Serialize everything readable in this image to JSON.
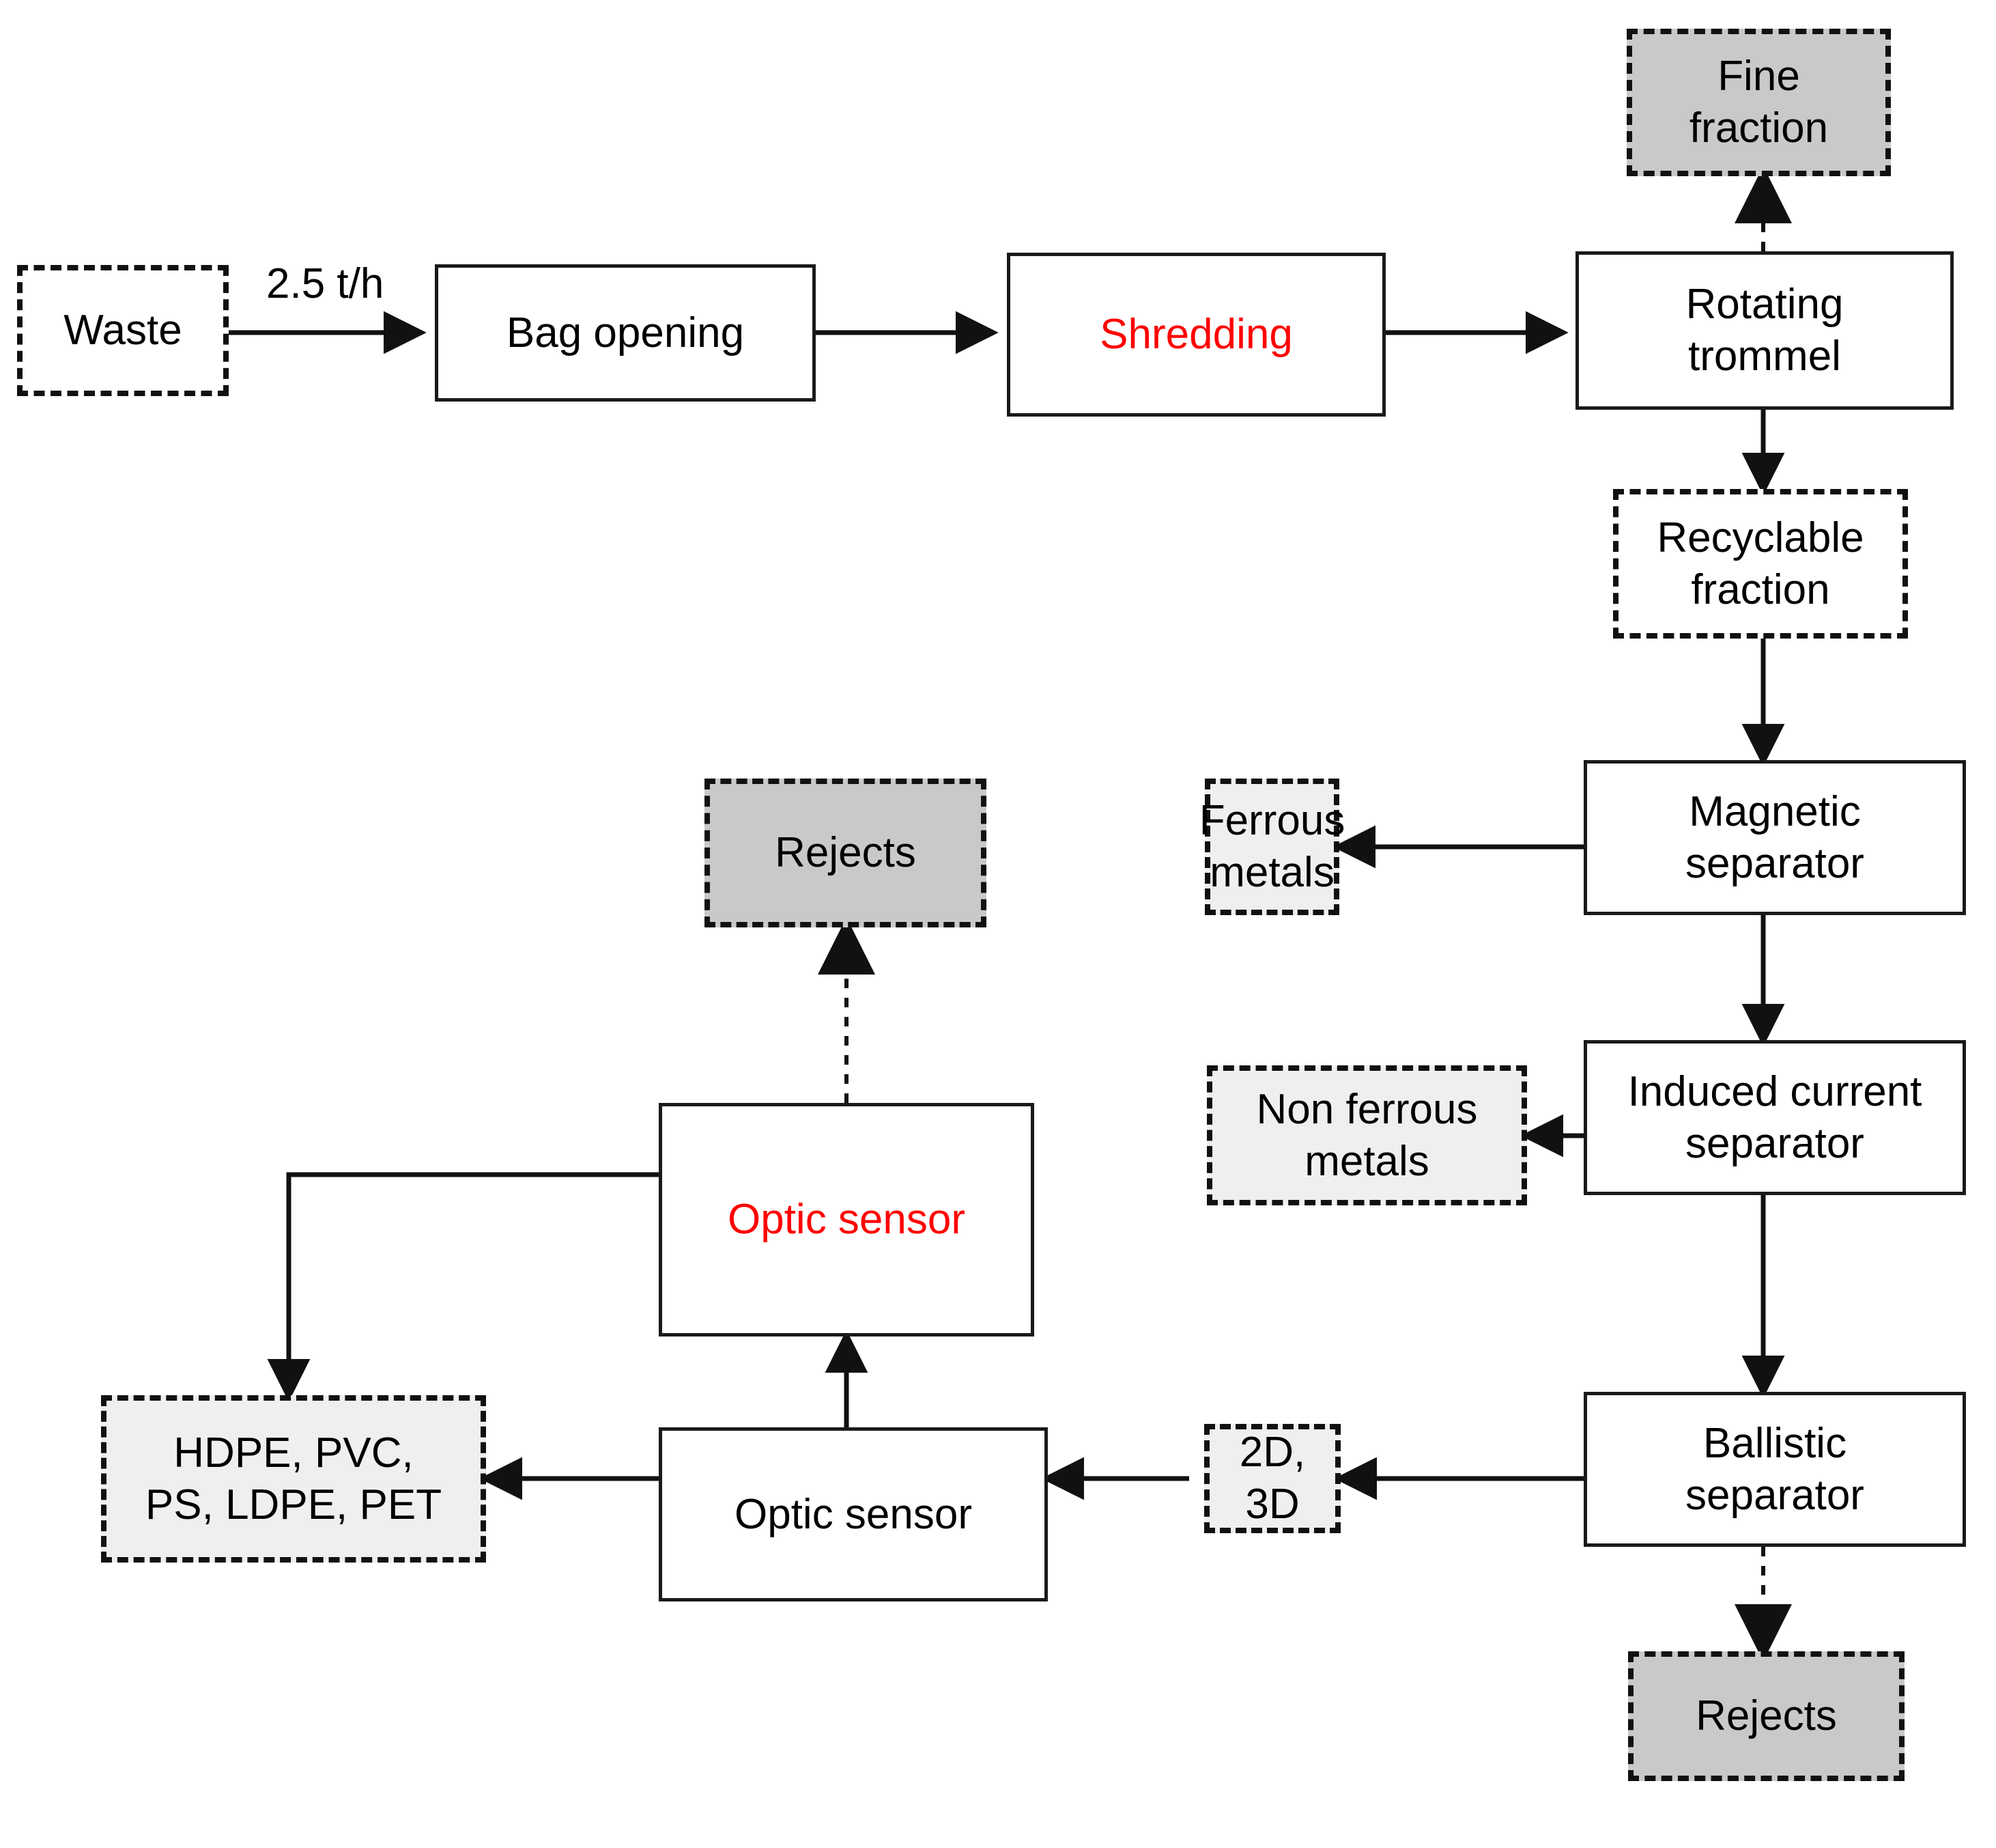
{
  "diagram": {
    "title_visible": false,
    "colors": {
      "accent_red": "#ff0000",
      "stroke": "#111111",
      "fill_white": "#ffffff",
      "fill_light_gray": "#efefef",
      "fill_dark_gray": "#c9c9c9"
    },
    "edge_labels": [
      {
        "id": "throughput",
        "text": "2.5 t/h"
      }
    ],
    "nodes": [
      {
        "id": "waste",
        "label": "Waste",
        "shape": "dashed-rect",
        "fill": "white",
        "text_color": "black"
      },
      {
        "id": "bag-opening",
        "label": "Bag opening",
        "shape": "solid-rect",
        "fill": "white",
        "text_color": "black"
      },
      {
        "id": "shredding",
        "label": "Shredding",
        "shape": "solid-rect",
        "fill": "white",
        "text_color": "red"
      },
      {
        "id": "rotating-trommel",
        "label": "Rotating\ntrommel",
        "shape": "solid-rect",
        "fill": "white",
        "text_color": "black"
      },
      {
        "id": "fine-fraction",
        "label": "Fine\nfraction",
        "shape": "dashed-rect",
        "fill": "dark-gray",
        "text_color": "black"
      },
      {
        "id": "recyclable-fraction",
        "label": "Recyclable\nfraction",
        "shape": "dashed-rect",
        "fill": "white",
        "text_color": "black"
      },
      {
        "id": "magnetic-separator",
        "label": "Magnetic\nseparator",
        "shape": "solid-rect",
        "fill": "white",
        "text_color": "black"
      },
      {
        "id": "ferrous-metals",
        "label": "Ferrous\nmetals",
        "shape": "dashed-rect",
        "fill": "light-gray",
        "text_color": "black"
      },
      {
        "id": "induced-current",
        "label": "Induced current\nseparator",
        "shape": "solid-rect",
        "fill": "white",
        "text_color": "black"
      },
      {
        "id": "non-ferrous-metals",
        "label": "Non ferrous\nmetals",
        "shape": "dashed-rect",
        "fill": "light-gray",
        "text_color": "black"
      },
      {
        "id": "ballistic-separator",
        "label": "Ballistic\nseparator",
        "shape": "solid-rect",
        "fill": "white",
        "text_color": "black"
      },
      {
        "id": "two-d-three-d",
        "label": "2D, 3D",
        "shape": "dashed-rect",
        "fill": "light-gray",
        "text_color": "black"
      },
      {
        "id": "rejects-bottom",
        "label": "Rejects",
        "shape": "dashed-rect",
        "fill": "dark-gray",
        "text_color": "black"
      },
      {
        "id": "optic-sensor-lower",
        "label": "Optic sensor",
        "shape": "solid-rect",
        "fill": "white",
        "text_color": "black"
      },
      {
        "id": "optic-sensor-upper",
        "label": "Optic sensor",
        "shape": "solid-rect",
        "fill": "white",
        "text_color": "red"
      },
      {
        "id": "rejects-middle",
        "label": "Rejects",
        "shape": "dashed-rect",
        "fill": "dark-gray",
        "text_color": "black"
      },
      {
        "id": "polymers",
        "label": "HDPE, PVC,\nPS, LDPE, PET",
        "shape": "dashed-rect",
        "fill": "light-gray",
        "text_color": "black"
      }
    ],
    "edges": [
      {
        "from": "waste",
        "to": "bag-opening",
        "style": "solid",
        "label": "2.5 t/h"
      },
      {
        "from": "bag-opening",
        "to": "shredding",
        "style": "solid",
        "label": ""
      },
      {
        "from": "shredding",
        "to": "rotating-trommel",
        "style": "solid",
        "label": ""
      },
      {
        "from": "rotating-trommel",
        "to": "fine-fraction",
        "style": "dotted",
        "label": ""
      },
      {
        "from": "rotating-trommel",
        "to": "recyclable-fraction",
        "style": "solid",
        "label": ""
      },
      {
        "from": "recyclable-fraction",
        "to": "magnetic-separator",
        "style": "solid",
        "label": ""
      },
      {
        "from": "magnetic-separator",
        "to": "ferrous-metals",
        "style": "solid",
        "label": ""
      },
      {
        "from": "magnetic-separator",
        "to": "induced-current",
        "style": "solid",
        "label": ""
      },
      {
        "from": "induced-current",
        "to": "non-ferrous-metals",
        "style": "solid",
        "label": ""
      },
      {
        "from": "induced-current",
        "to": "ballistic-separator",
        "style": "solid",
        "label": ""
      },
      {
        "from": "ballistic-separator",
        "to": "two-d-three-d",
        "style": "solid",
        "label": ""
      },
      {
        "from": "ballistic-separator",
        "to": "rejects-bottom",
        "style": "dotted",
        "label": ""
      },
      {
        "from": "two-d-three-d",
        "to": "optic-sensor-lower",
        "style": "solid",
        "label": ""
      },
      {
        "from": "optic-sensor-lower",
        "to": "polymers",
        "style": "solid",
        "label": ""
      },
      {
        "from": "optic-sensor-lower",
        "to": "optic-sensor-upper",
        "style": "solid",
        "label": ""
      },
      {
        "from": "optic-sensor-upper",
        "to": "rejects-middle",
        "style": "dotted",
        "label": ""
      },
      {
        "from": "optic-sensor-upper",
        "to": "polymers",
        "style": "solid",
        "label": ""
      }
    ]
  }
}
